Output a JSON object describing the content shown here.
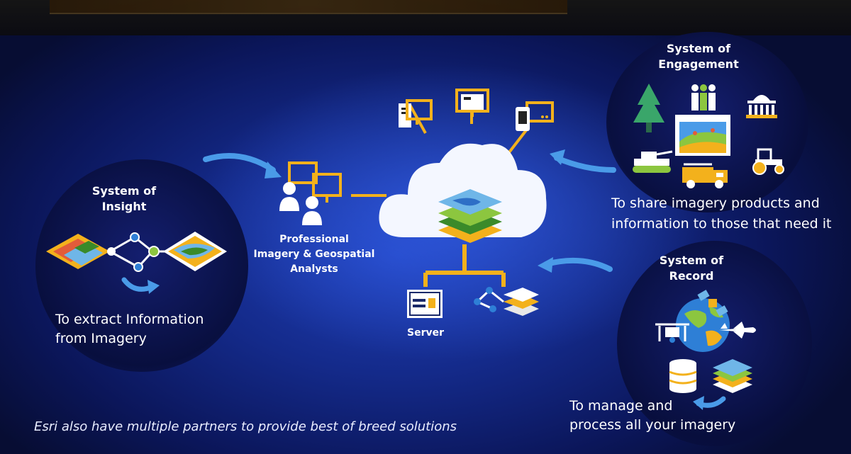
{
  "header": {
    "title_strip": ""
  },
  "insight": {
    "title": "System of\nInsight",
    "desc": "To extract Information\nfrom Imagery"
  },
  "analysts": {
    "label": "Professional\nImagery & Geospatial\nAnalysts"
  },
  "server": {
    "label": "Server"
  },
  "engagement": {
    "title": "System of\nEngagement",
    "desc": "To share imagery products and\ninformation to those that need it"
  },
  "record": {
    "title": "System of\nRecord",
    "desc": "To manage and\nprocess all your imagery"
  },
  "footer": {
    "note": "Esri also have multiple partners to provide best of breed solutions"
  },
  "colors": {
    "accent_yellow": "#f3b11c",
    "arrow_blue": "#4a9be8",
    "cloud_white": "#f4f7ff",
    "node_blue": "#2e7fd6"
  },
  "icons": [
    "desktop-icon",
    "tablet-icon",
    "phone-icon",
    "analyst-icon",
    "cloud-icon",
    "map-layers-icon",
    "server-icon",
    "network-icon",
    "tree-icon",
    "people-icon",
    "government-building-icon",
    "map-screen-icon",
    "tank-icon",
    "fire-truck-icon",
    "tractor-icon",
    "globe-icon",
    "satellite-icon",
    "drone-icon",
    "airplane-icon",
    "database-icon",
    "raster-icon"
  ]
}
